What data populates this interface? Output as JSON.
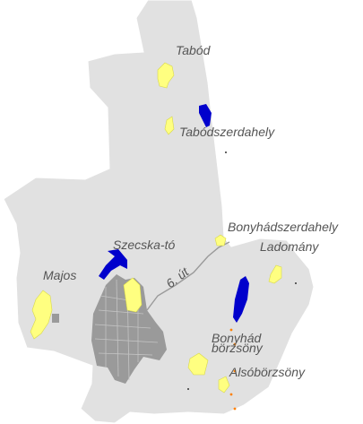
{
  "colors": {
    "area": "#e1e1e1",
    "area_border": "#ffffff",
    "town": "#9a9a9a",
    "village": "#ffff80",
    "water": "#0000cc",
    "road": "#9a9a9a",
    "label": "#555555",
    "points": "#ff8000"
  },
  "labels": {
    "tabod": "Tabód",
    "tabodszerdahely": "Tabódszerdahely",
    "bonyhadszerdahely": "Bonyhádszerdahely",
    "ladomany": "Ladomány",
    "szecska_to": "Szecska-tó",
    "majos": "Majos",
    "road_6": "6. út",
    "bonyhad": "Bonyhád",
    "borzsony": "börzsöny",
    "alsoborzsony": "Alsóbörzsöny"
  },
  "icons": {
    "points": "dot-marker-icon"
  }
}
